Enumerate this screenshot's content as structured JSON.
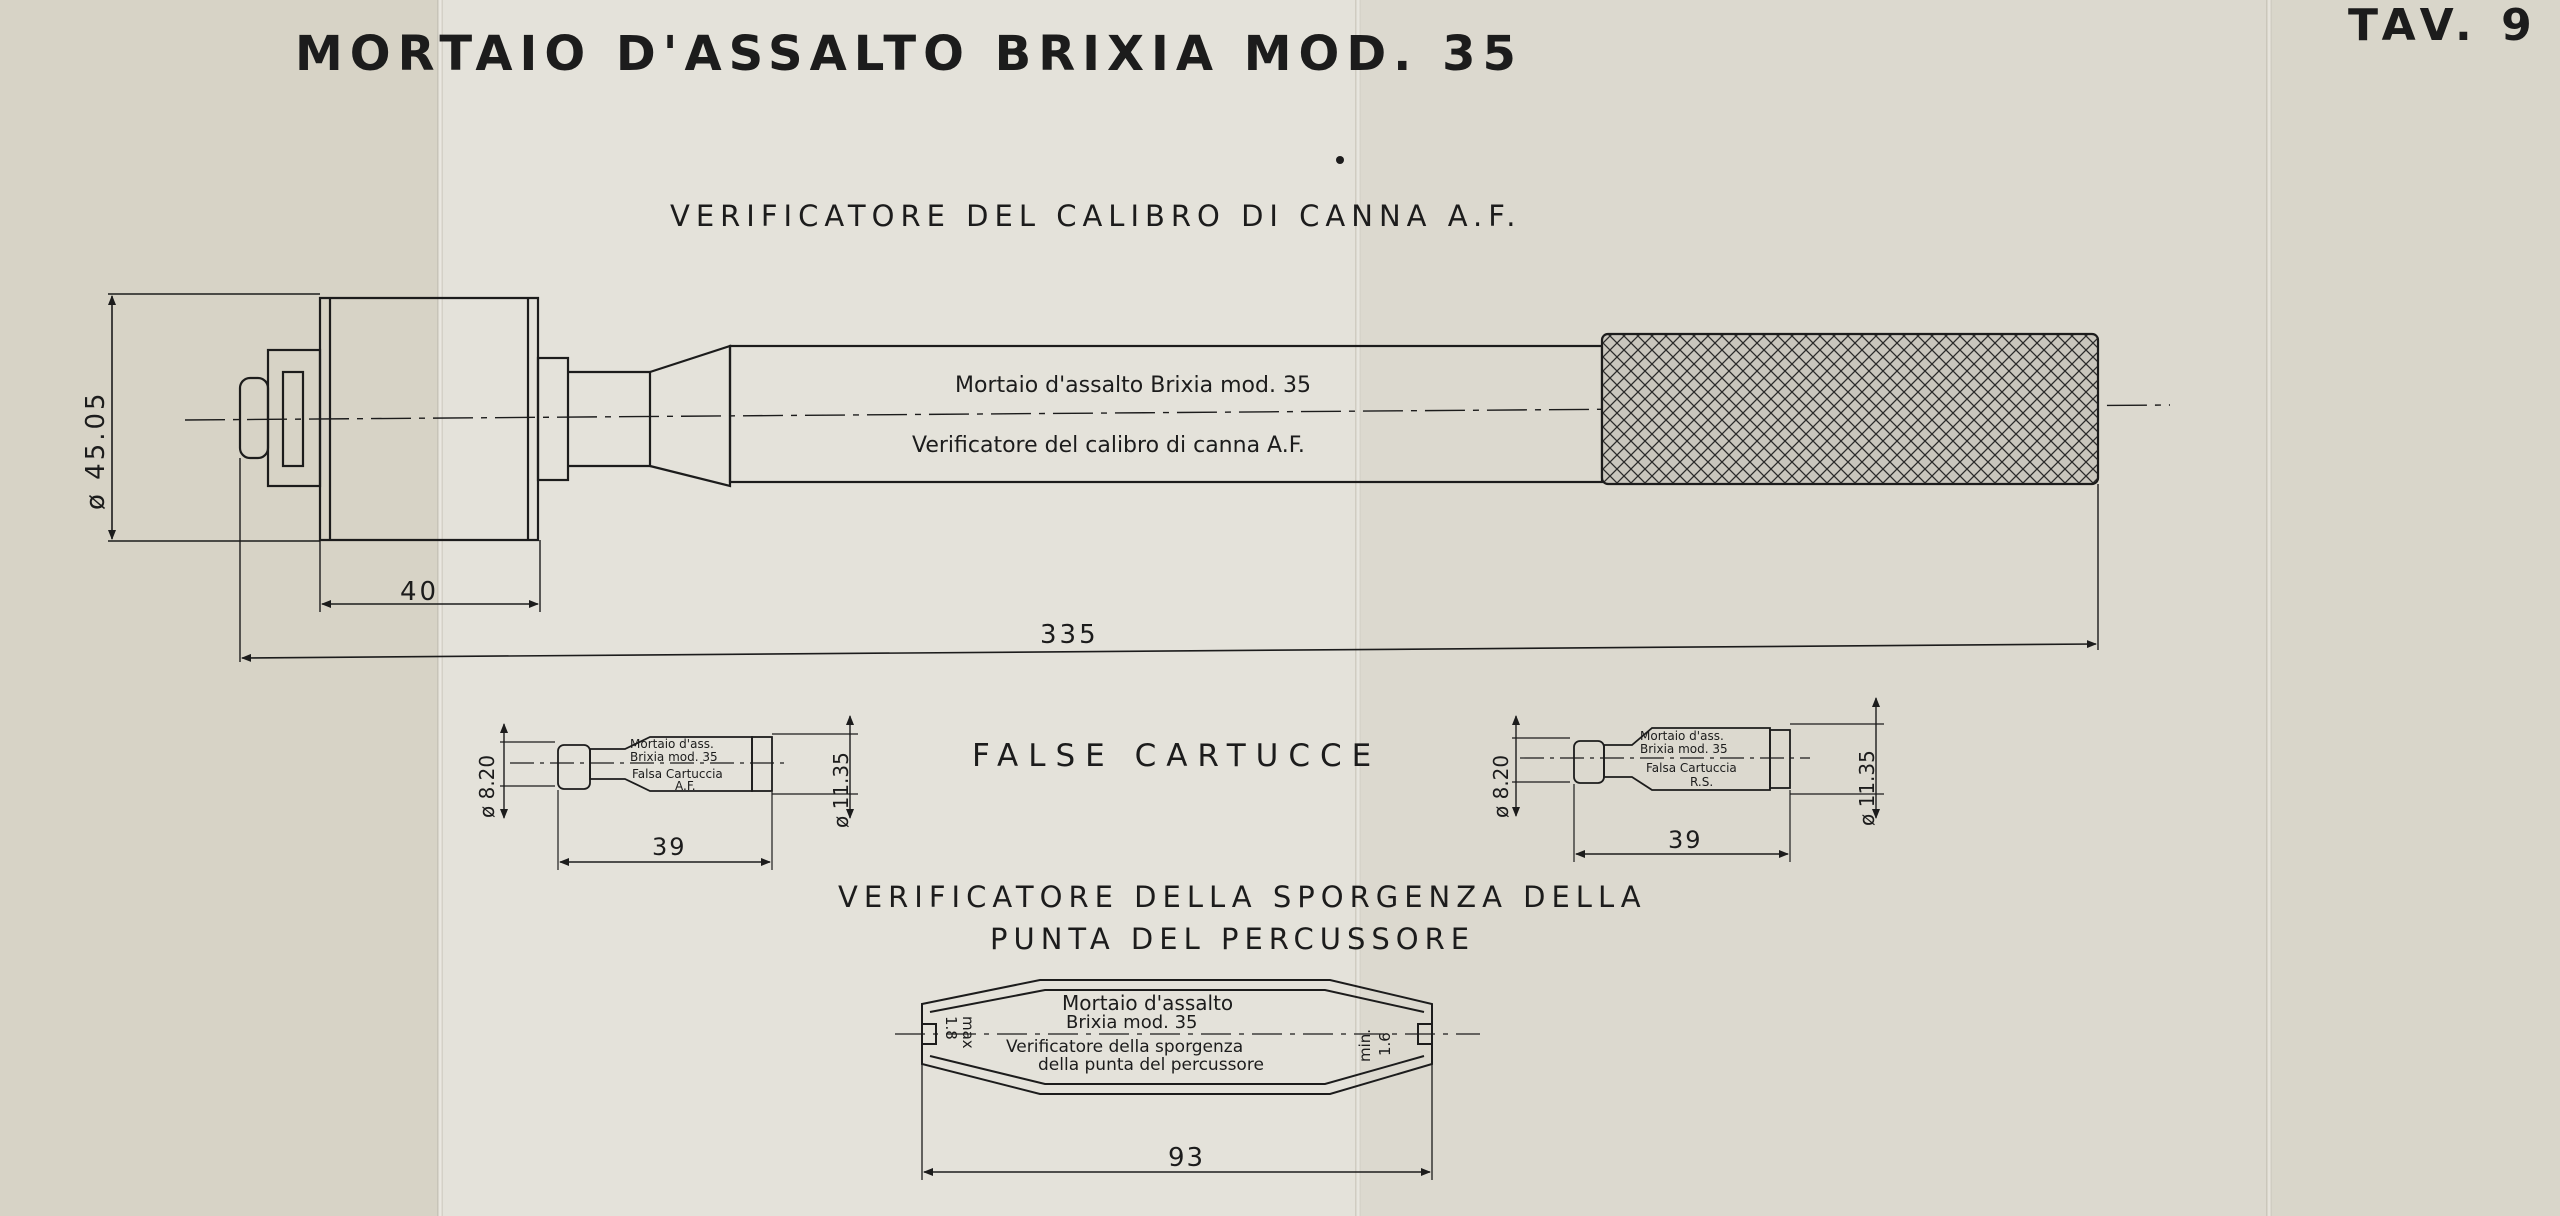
{
  "header": {
    "title": "MORTAIO D'ASSALTO BRIXIA MOD. 35",
    "sheet_number": "TAV. 9"
  },
  "barrel_gauge": {
    "caption": "VERIFICATORE DEL CALIBRO DI CANNA A.F.",
    "engraving_line1": "Mortaio d'assalto Brixia mod. 35",
    "engraving_line2": "Verificatore del calibro di canna A.F.",
    "dim_diameter": "ø 45.05",
    "dim_head_length": "40",
    "dim_total_length": "335"
  },
  "dummy_cartridges": {
    "caption": "FALSE CARTUCCE",
    "left": {
      "engraving_line1": "Mortaio d'ass.",
      "engraving_line2": "Brixia mod. 35",
      "engraving_line3": "Falsa Cartuccia",
      "engraving_line4": "A.F.",
      "dim_small_diameter": "ø 8.20",
      "dim_large_diameter": "ø 11.35",
      "dim_length": "39"
    },
    "right": {
      "engraving_line1": "Mortaio d'ass.",
      "engraving_line2": "Brixia mod. 35",
      "engraving_line3": "Falsa Cartuccia",
      "engraving_line4": "R.S.",
      "dim_small_diameter": "ø 8.20",
      "dim_large_diameter": "ø 11.35",
      "dim_length": "39"
    }
  },
  "firing_pin_gauge": {
    "caption_line1": "VERIFICATORE DELLA SPORGENZA DELLA",
    "caption_line2": "PUNTA DEL PERCUSSORE",
    "engraving_line1": "Mortaio d'assalto",
    "engraving_line2": "Brixia mod. 35",
    "engraving_line3": "Verificatore della sporgenza",
    "engraving_line4": "della punta del percussore",
    "max_label": "max",
    "max_value": "1.8",
    "min_label": "min.",
    "min_value": "1.6",
    "dim_length": "93"
  }
}
